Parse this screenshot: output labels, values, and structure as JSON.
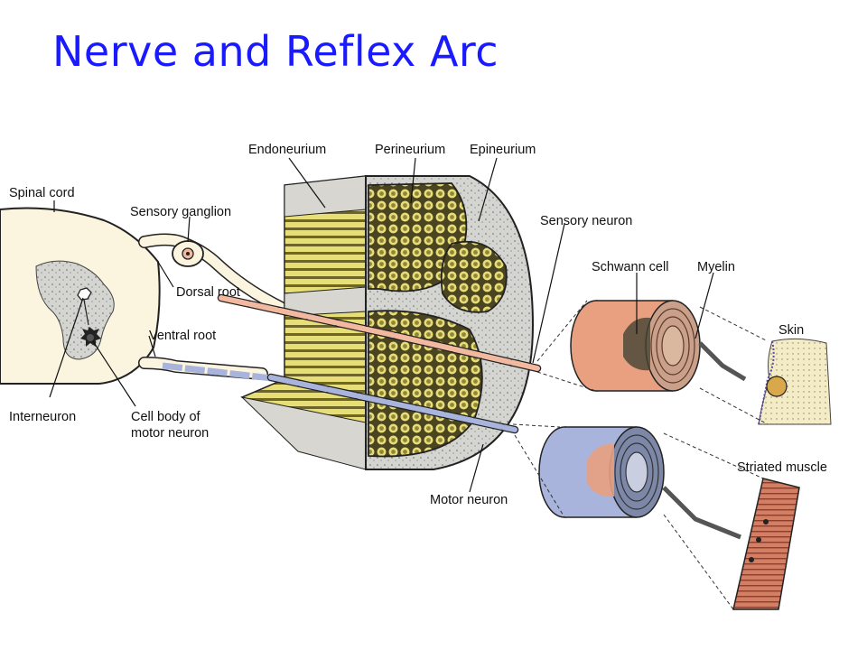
{
  "title": "Nerve and Reflex Arc",
  "labels": {
    "spinal_cord": "Spinal cord",
    "sensory_ganglion": "Sensory ganglion",
    "dorsal_root": "Dorsal root",
    "ventral_root": "Ventral root",
    "interneuron": "Interneuron",
    "cell_body_line1": "Cell body of",
    "cell_body_line2": "motor neuron",
    "endoneurium": "Endoneurium",
    "perineurium": "Perineurium",
    "epineurium": "Epineurium",
    "sensory_neuron": "Sensory neuron",
    "schwann_cell": "Schwann cell",
    "myelin": "Myelin",
    "skin": "Skin",
    "striated_muscle": "Striated muscle",
    "motor_neuron": "Motor neuron"
  },
  "colors": {
    "title": "#1a1aff",
    "sensory_fiber": "#f3b9a0",
    "motor_fiber": "#a9b4dc",
    "fascicle": "#c8c05a",
    "muscle": "#c9705a"
  }
}
